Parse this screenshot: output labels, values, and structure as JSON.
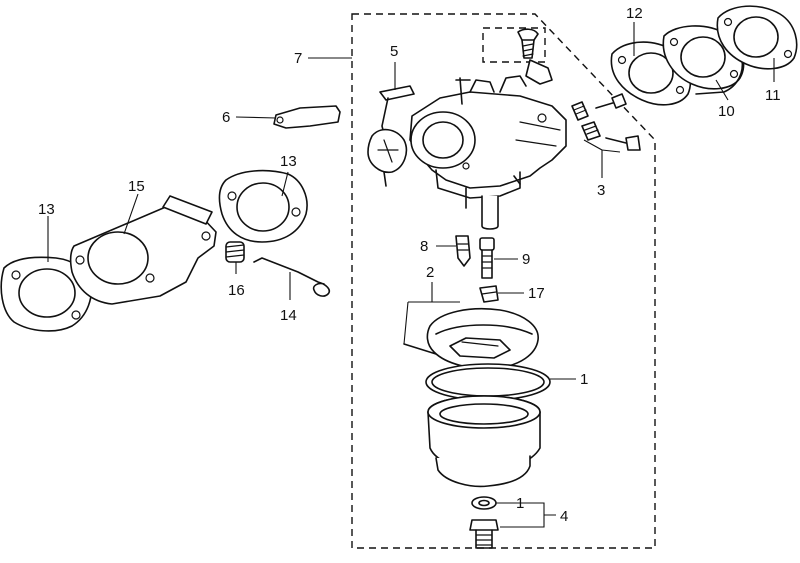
{
  "callouts": {
    "c1a": "1",
    "c1b": "1",
    "c2": "2",
    "c3": "3",
    "c4": "4",
    "c5": "5",
    "c6": "6",
    "c7": "7",
    "c8": "8",
    "c9": "9",
    "c10": "10",
    "c11": "11",
    "c12": "12",
    "c13a": "13",
    "c13b": "13",
    "c14": "14",
    "c15": "15",
    "c16": "16",
    "c17": "17"
  },
  "colors": {
    "ink": "#111111",
    "paper": "#ffffff"
  }
}
